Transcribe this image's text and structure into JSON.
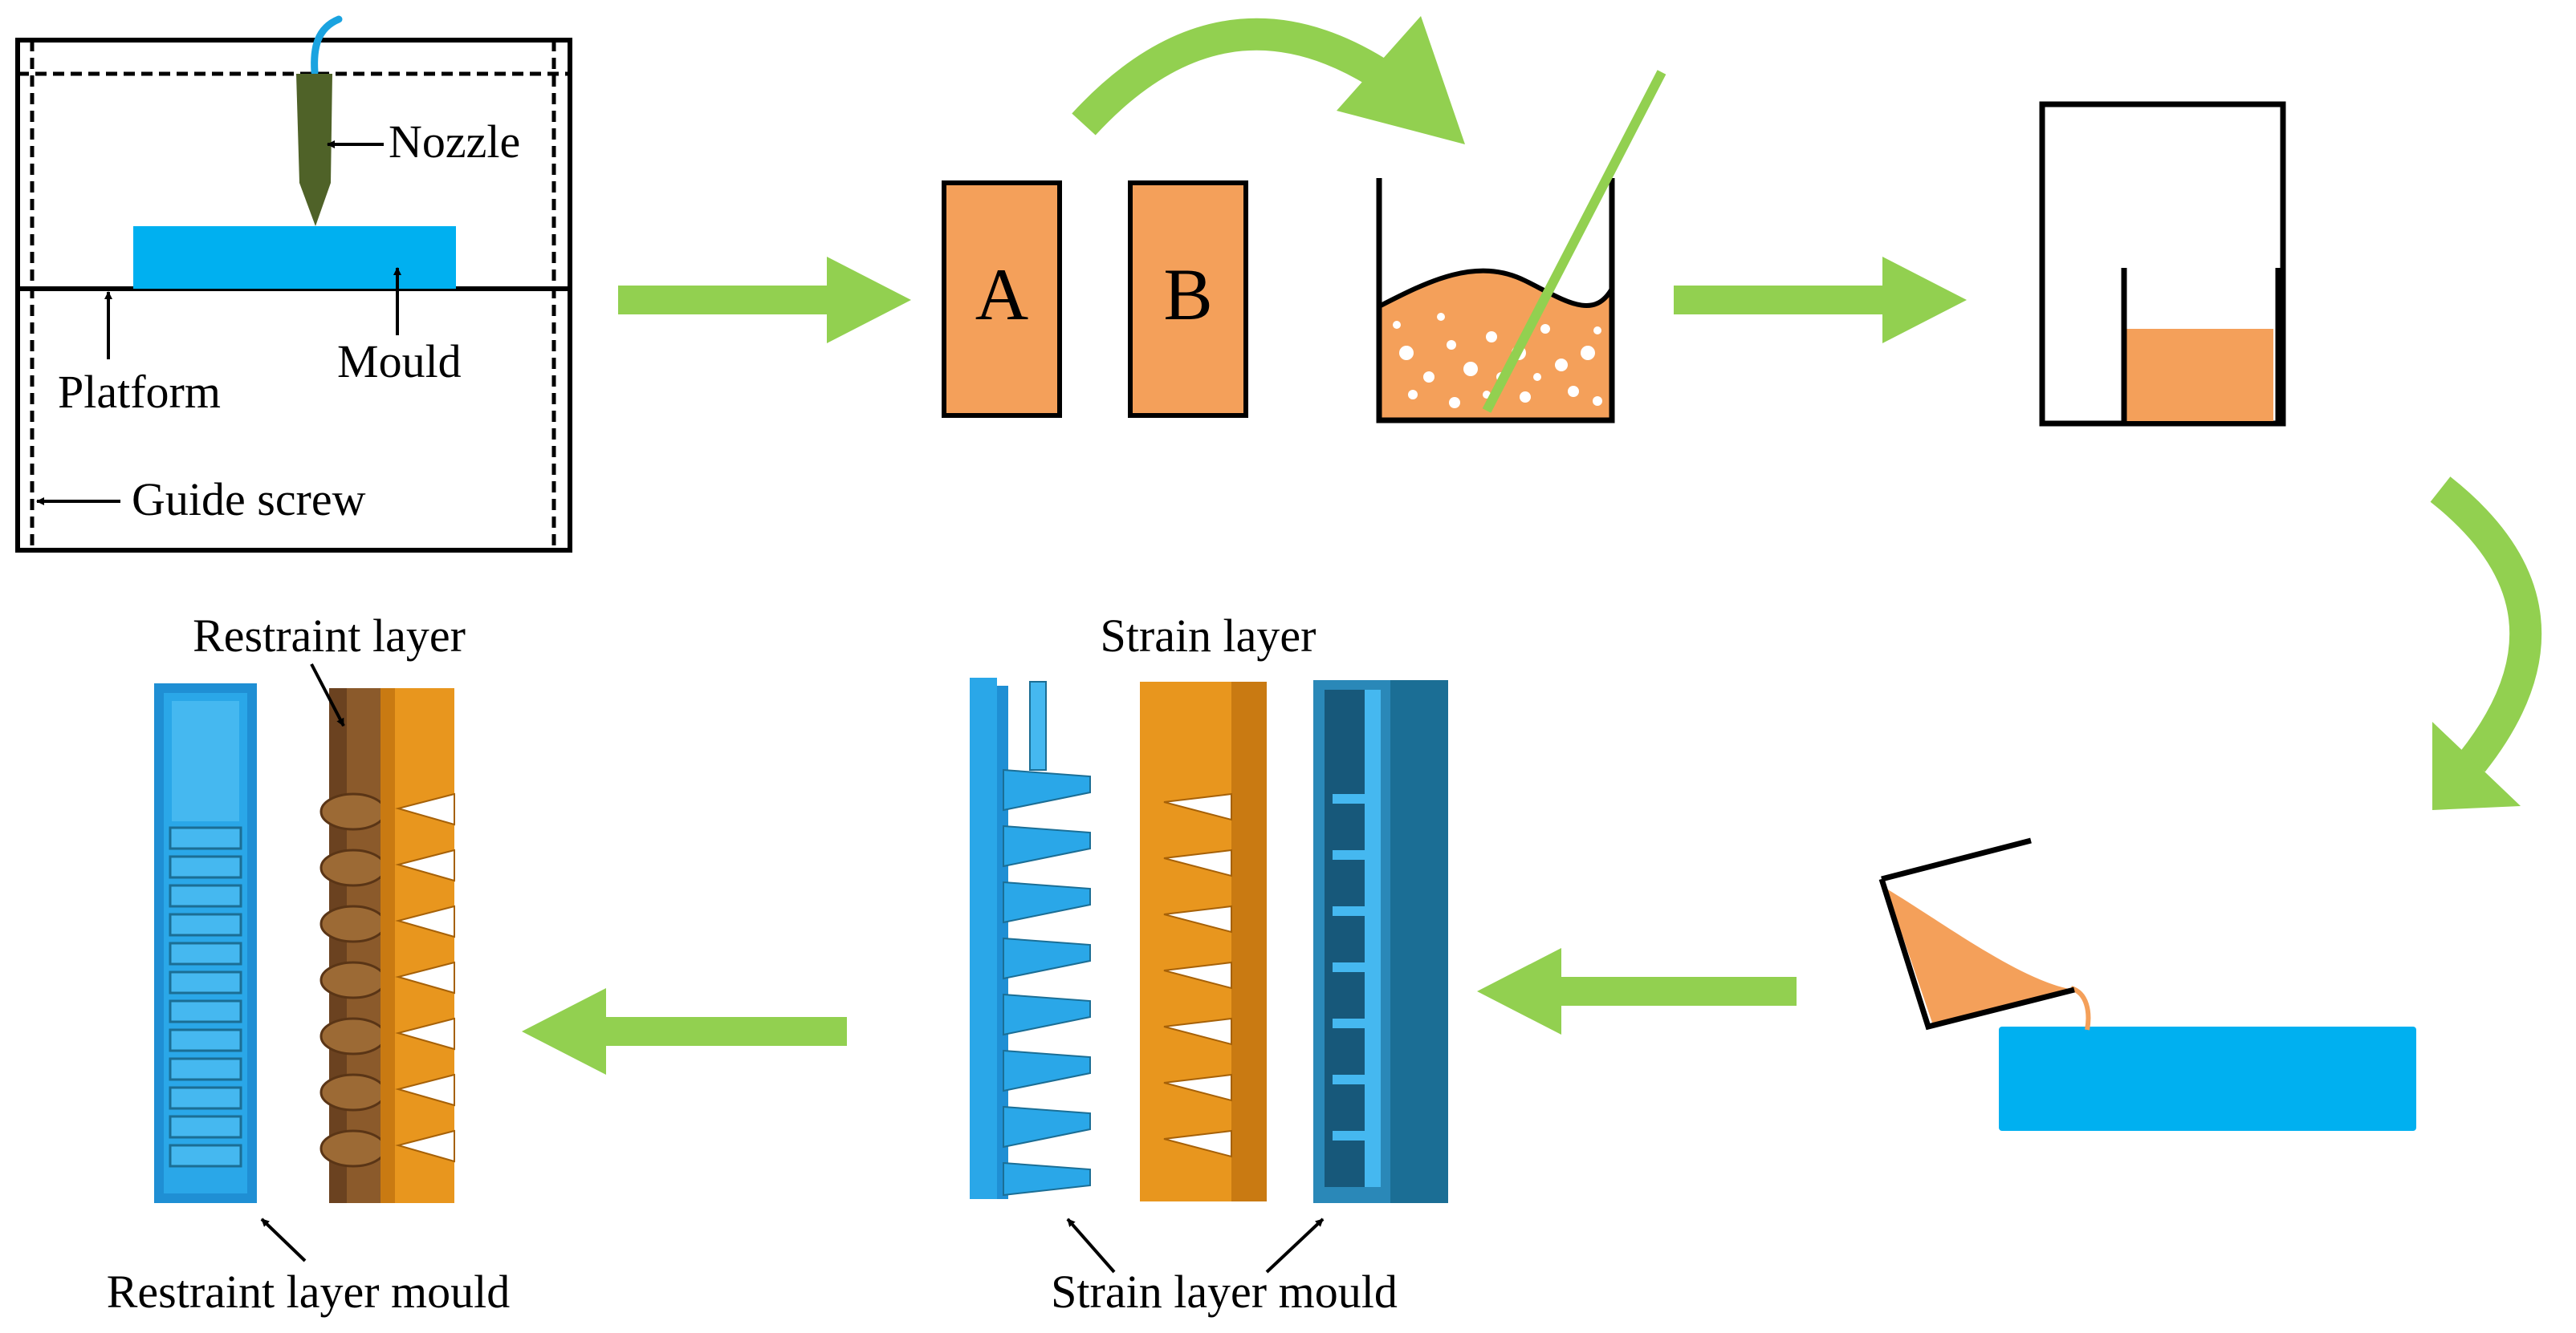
{
  "labels": {
    "nozzle": "Nozzle",
    "platform": "Platform",
    "mould": "Mould",
    "guide_screw": "Guide screw",
    "part_a": "A",
    "part_b": "B",
    "restraint_layer": "Restraint layer",
    "strain_layer": "Strain layer",
    "restraint_layer_mould": "Restraint layer mould",
    "strain_layer_mould": "Strain layer mould"
  },
  "colors": {
    "arrow_green": "#92D050",
    "silicone_orange": "#F4A05A",
    "mould_blue": "#00B0F0",
    "nozzle_green": "#4F6228",
    "mould_blue_light": "#2AA7E8",
    "mould_blue_dark": "#1B6E95",
    "strain_orange": "#E8961E",
    "restraint_brown": "#8B5A2B"
  }
}
